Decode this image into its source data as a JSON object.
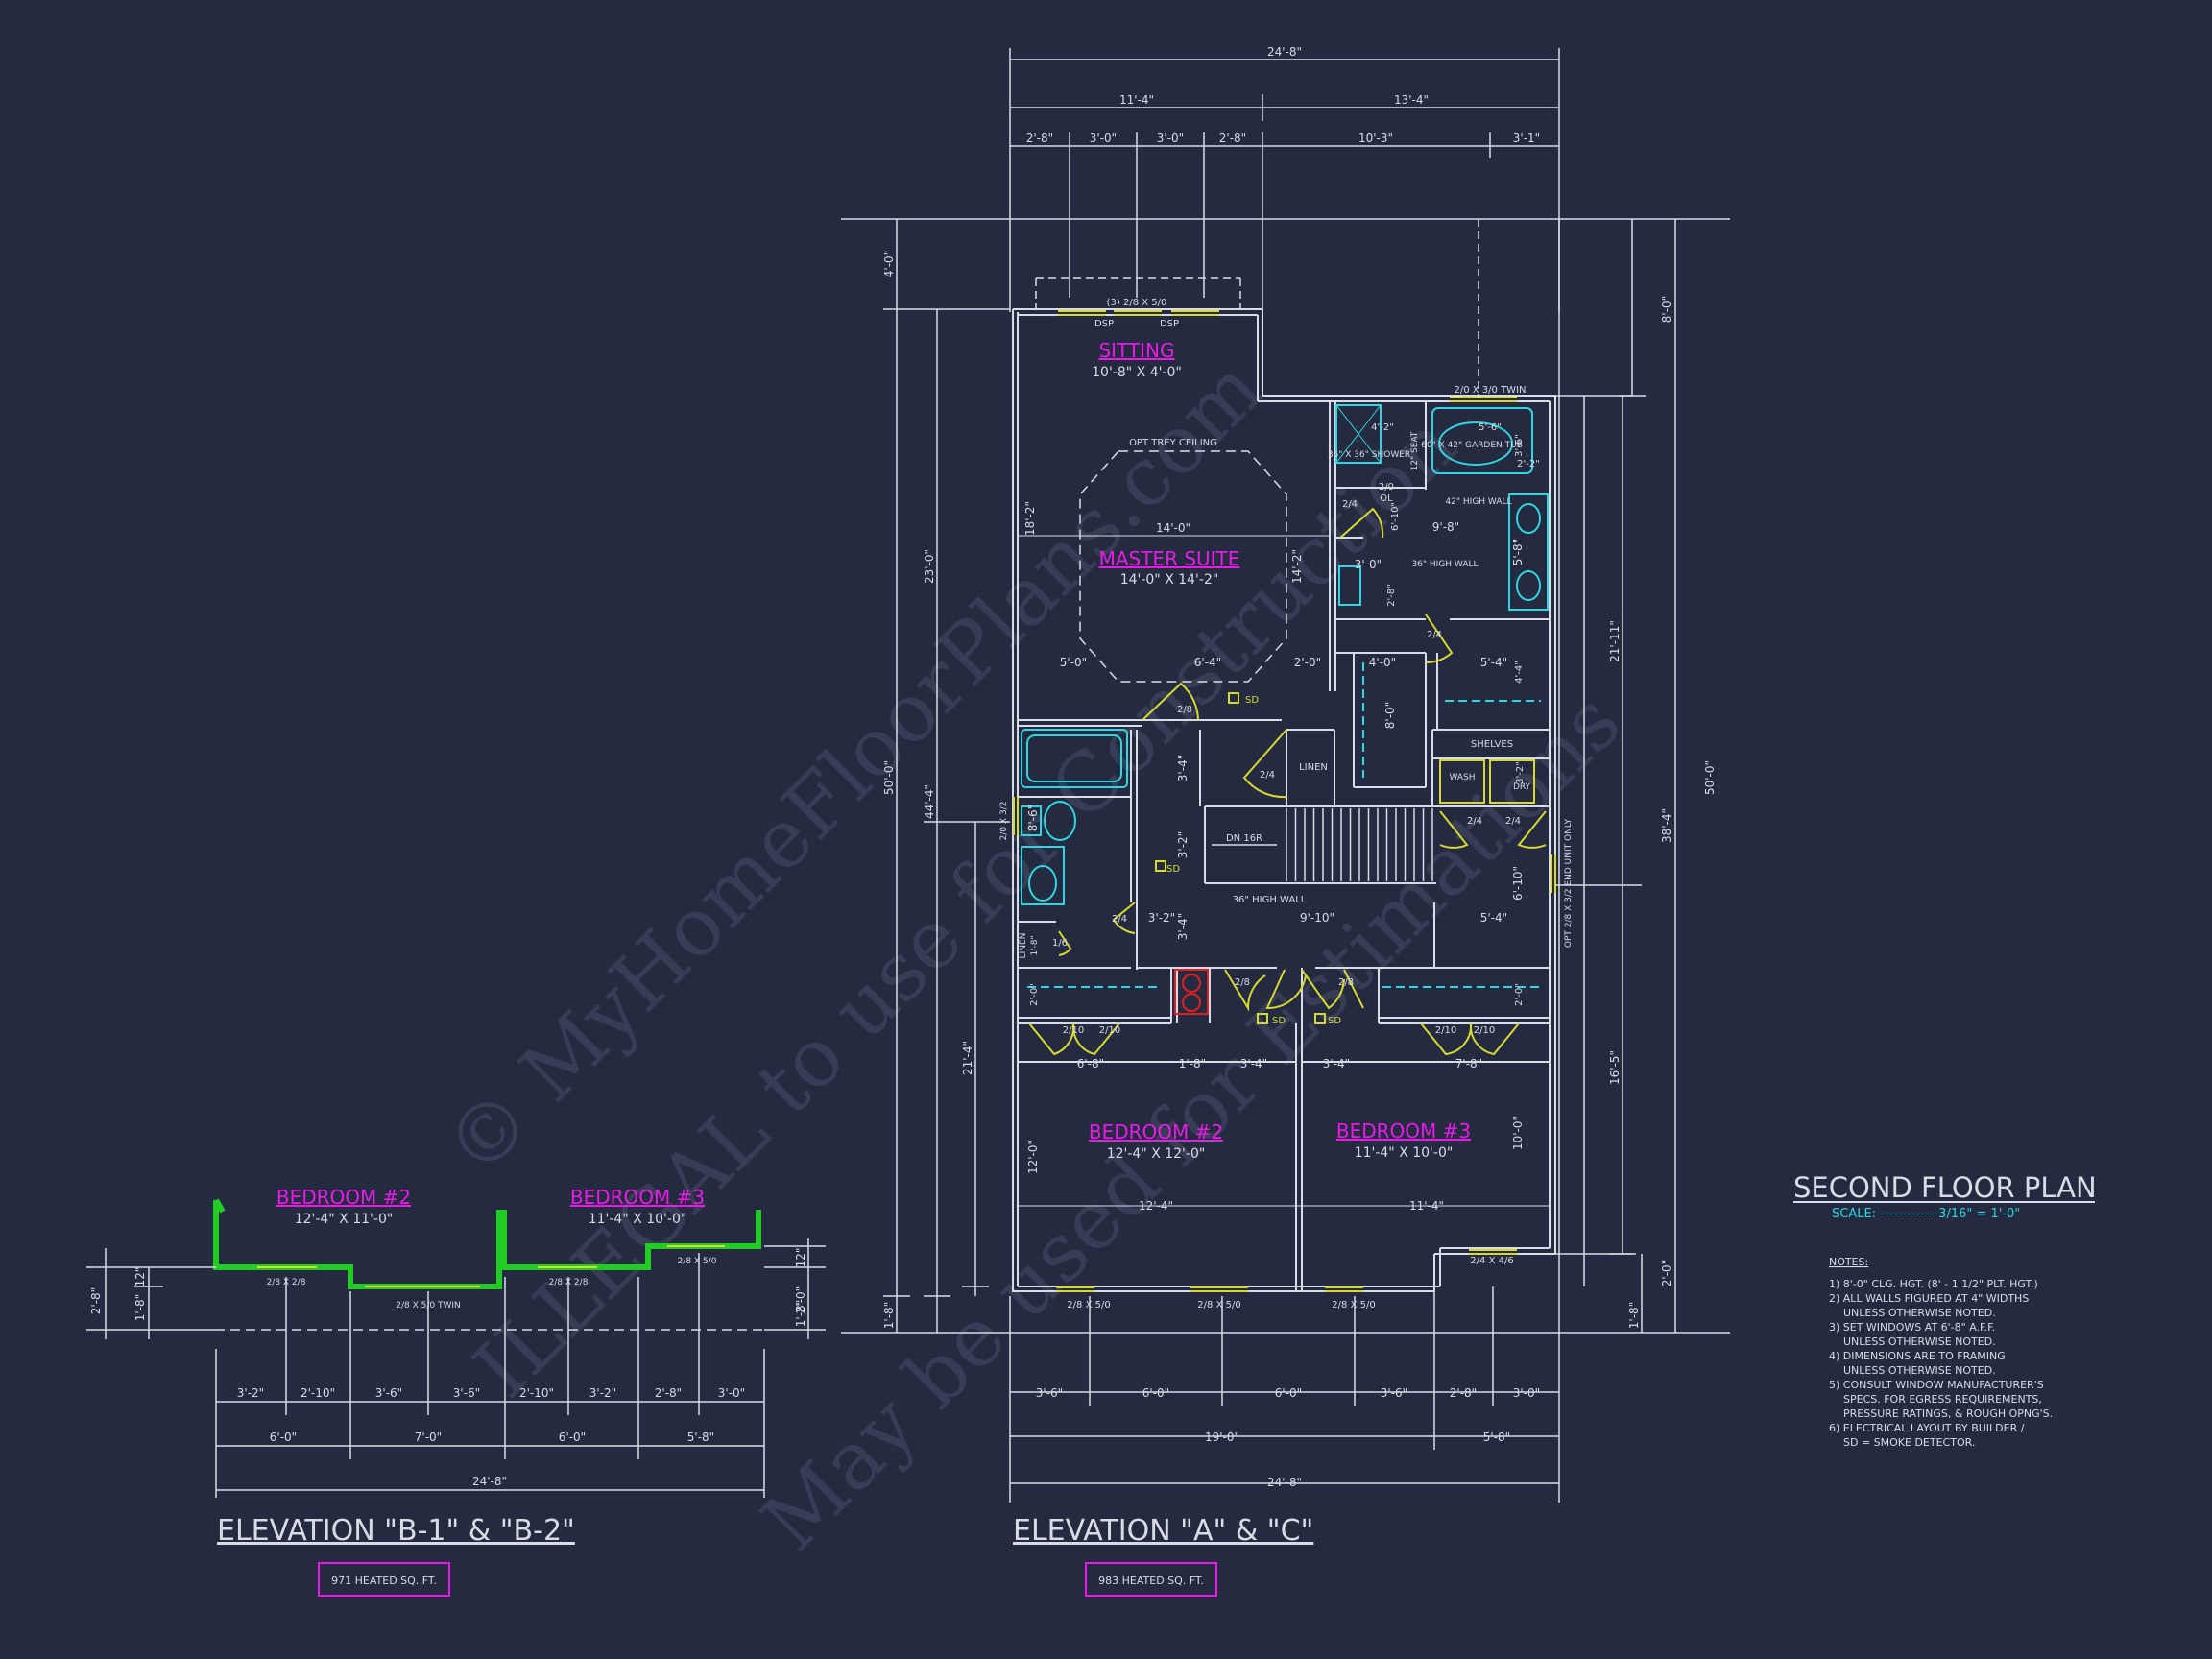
{
  "colors": {
    "background": "#242a3f",
    "line": "#d9dbe6",
    "line_dim": "#8f94aa",
    "room_label": "#e81ce8",
    "cyan": "#2fd6e0",
    "yellow": "#d8d832",
    "green": "#22cc22",
    "red": "#e02020",
    "watermark": "#3a4058"
  },
  "watermark": {
    "line1": "© MyHomeFloorPlans.com",
    "line2": "ILLEGAL to use for Construction",
    "line3": "May be used for Estimations"
  },
  "title_block": {
    "title": "SECOND FLOOR PLAN",
    "scale": "SCALE: -------------3/16\" = 1'-0\"",
    "notes_heading": "NOTES:",
    "notes": [
      "1) 8'-0\" CLG. HGT. (8' - 1 1/2\" PLT. HGT.)",
      "2) ALL WALLS FIGURED AT 4\" WIDTHS",
      "UNLESS OTHERWISE NOTED.",
      "3) SET WINDOWS AT 6'-8\" A.F.F.",
      "UNLESS OTHERWISE NOTED.",
      "4) DIMENSIONS ARE TO FRAMING",
      "UNLESS OTHERWISE NOTED.",
      "5) CONSULT WINDOW MANUFACTURER'S",
      "SPECS. FOR EGRESS REQUIREMENTS,",
      "PRESSURE RATINGS, & ROUGH OPNG'S.",
      "6) ELECTRICAL LAYOUT BY BUILDER /",
      "SD = SMOKE DETECTOR."
    ]
  },
  "elevation_b": {
    "title": "ELEVATION \"B-1\" & \"B-2\"",
    "heated": "971 HEATED SQ. FT.",
    "bed2_name": "BEDROOM #2",
    "bed2_size": "12'-4\" X 11'-0\"",
    "bed3_name": "BEDROOM #3",
    "bed3_size": "11'-4\" X 10'-0\"",
    "win1": "2/8 X 2/8",
    "win2": "2/8 X 5/0 TWIN",
    "win3": "2/8 X 2/8",
    "win4": "2/8 X 5/0",
    "left_dim_a": "2'-8\"",
    "left_dim_b": "1'-8\"",
    "left_dim_c": "12\"",
    "right_dim_a": "12\"",
    "right_dim_b": "1'-8\"",
    "right_dim_c": "2'-0\"",
    "dims_row1": [
      "3'-2\"",
      "2'-10\"",
      "3'-6\"",
      "3'-6\"",
      "2'-10\"",
      "3'-2\"",
      "2'-8\"",
      "3'-0\""
    ],
    "dims_row2": [
      "6'-0\"",
      "7'-0\"",
      "6'-0\"",
      "5'-8\""
    ],
    "overall": "24'-8\""
  },
  "elevation_a": {
    "title": "ELEVATION \"A\" & \"C\"",
    "heated": "983 HEATED SQ. FT.",
    "dims_bottom_row1": [
      "3'-6\"",
      "6'-0\"",
      "6'-0\"",
      "3'-6\"",
      "2'-8\"",
      "3'-0\""
    ],
    "dims_bottom_row2": [
      "19'-0\"",
      "5'-8\""
    ],
    "overall_bottom": "24'-8\""
  },
  "plan": {
    "top_overall": "24'-8\"",
    "top_row2": [
      "11'-4\"",
      "13'-4\""
    ],
    "top_row3": [
      "2'-8\"",
      "3'-0\"",
      "3'-0\"",
      "2'-8\"",
      "10'-3\"",
      "3'-1\""
    ],
    "left_dims": [
      "4'-0\"",
      "23'-0\"",
      "50'-0\"",
      "44'-4\"",
      "21'-4\"",
      "1'-8\""
    ],
    "right_dims": [
      "8'-0\"",
      "50'-0\"",
      "21'-11\"",
      "38'-4\"",
      "16'-5\"",
      "2'-0\"",
      "1'-8\""
    ],
    "sitting_name": "SITTING",
    "sitting_size": "10'-8\" X 4'-0\"",
    "sitting_window": "(3) 2/8 X 5/0",
    "dsp": "DSP",
    "opt_trey": "OPT TREY CEILING",
    "master_name": "MASTER SUITE",
    "master_size": "14'-0\" X 14'-2\"",
    "master_dim_w": "14'-0\"",
    "master_dim_h": "14'-2\"",
    "dim_18_2": "18'-2\"",
    "dim_5_0": "5'-0\"",
    "dim_6_4": "6'-4\"",
    "dim_2_0": "2'-0\"",
    "bath_window": "2/0 X 3/0 TWIN",
    "dim_4_2": "4'-2\"",
    "shower": "36\" X 36\" SHOWER",
    "seat": "12\" SEAT",
    "dim_5_6": "5'-6\"",
    "tub": "60\" X 42\" GARDEN TUB",
    "dim_3_6": "3'-6\"",
    "dim_2_2": "2'-2\"",
    "door_2_0": "2/0",
    "ol": "OL",
    "door_2_4": "2/4",
    "wall42": "42\" HIGH WALL",
    "dim_6_10": "6'-10\"",
    "dim_9_8": "9'-8\"",
    "dim_5_8": "5'-8\"",
    "dim_3_0": "3'-0\"",
    "wall36": "36\" HIGH WALL",
    "dim_2_8": "2'-8\"",
    "dim_4_0": "4'-0\"",
    "dim_5_4": "5'-4\"",
    "dim_4_4": "4'-4\"",
    "dim_8_0": "8'-0\"",
    "door_2_8": "2/8",
    "sd": "SD",
    "linen": "LINEN",
    "shelves": "SHELVES",
    "wash": "WASH",
    "dry": "DRY",
    "dim_3_2": "3'-2\"",
    "dim_3_4": "3'-4\"",
    "dim_8_6": "8'-6\"",
    "win_side": "2/0 X 3/2",
    "stair": "DN 16R",
    "stair_wall": "36\" HIGH WALL",
    "dim_9_10": "9'-10\"",
    "dim_6_10b": "6'-10\"",
    "opt_window": "OPT 2/8 X 3/2 END UNIT ONLY",
    "linen2": "LINEN",
    "dim_1_8": "1'-8\"",
    "door_1_6": "1/6",
    "door_2_10": "2/10",
    "dim_6_8": "6'-8\"",
    "dim_7_8": "7'-8\"",
    "bed2_name": "BEDROOM #2",
    "bed2_size": "12'-4\" X 12'-0\"",
    "bed2_w": "12'-4\"",
    "bed2_h": "12'-0\"",
    "bed3_name": "BEDROOM #3",
    "bed3_size": "11'-4\" X 10'-0\"",
    "bed3_w": "11'-4\"",
    "bed3_h": "10'-0\"",
    "win_bed3_side": "2/4 X 4/6",
    "win_front": "2/8 X 5/0"
  }
}
